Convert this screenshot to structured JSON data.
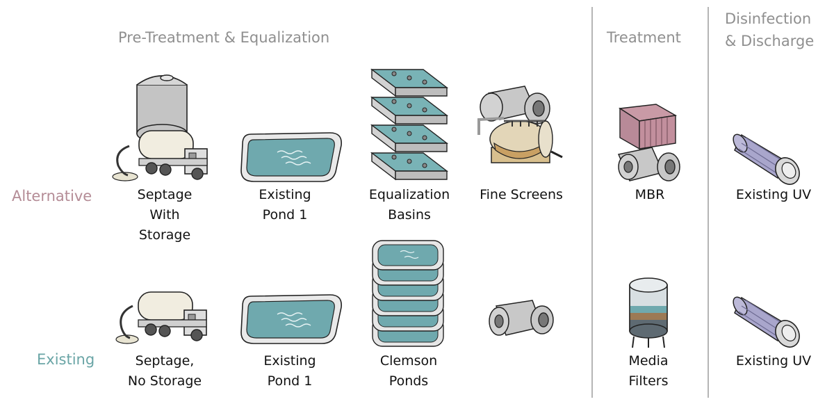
{
  "sections": {
    "pretreatment": "Pre-Treatment & Equalization",
    "treatment": "Treatment",
    "disinfection": "Disinfection\n& Discharge"
  },
  "rows": {
    "alternative": {
      "label": "Alternative",
      "color": "#b48c96"
    },
    "existing": {
      "label": "Existing",
      "color": "#6aa5a6"
    }
  },
  "alternative_items": [
    {
      "label": "Septage\nWith\nStorage",
      "icon": "septage-truck-with-tank-icon"
    },
    {
      "label": "Existing\nPond 1",
      "icon": "pond-icon"
    },
    {
      "label": "Equalization\nBasins",
      "icon": "stacked-basins-icon"
    },
    {
      "label": "Fine Screens",
      "icon": "fine-screen-icon"
    },
    {
      "label": "MBR",
      "icon": "mbr-icon"
    },
    {
      "label": "Existing UV",
      "icon": "uv-reactor-icon"
    }
  ],
  "existing_items": [
    {
      "label": "Septage,\nNo Storage",
      "icon": "septage-truck-icon"
    },
    {
      "label": "Existing\nPond 1",
      "icon": "pond-icon"
    },
    {
      "label": "Clemson\nPonds",
      "icon": "stacked-ponds-icon"
    },
    {
      "label": "",
      "icon": "blower-icon"
    },
    {
      "label": "Media\nFilters",
      "icon": "media-filter-icon"
    },
    {
      "label": "Existing UV",
      "icon": "uv-reactor-icon"
    }
  ],
  "colors": {
    "water": "#6fa9ae",
    "gray": "#c8c8c8",
    "tan": "#c9a063",
    "pink": "#b88a98",
    "uv": "#a9a6cc"
  }
}
